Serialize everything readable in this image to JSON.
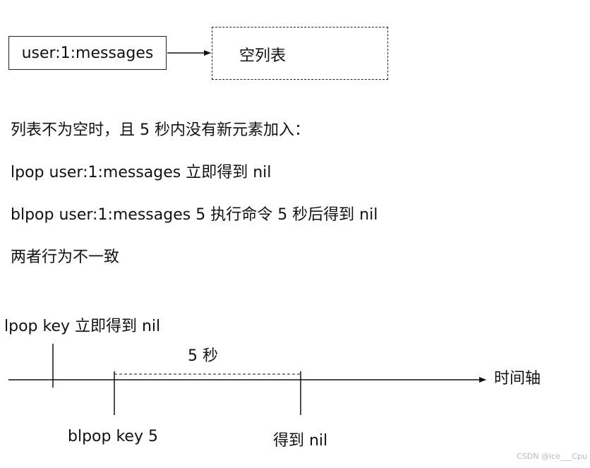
{
  "top_diagram": {
    "key_label": "user:1:messages",
    "value_label": "空列表"
  },
  "lines": [
    "列表不为空时，且 5 秒内没有新元素加入：",
    "lpop user:1:messages 立即得到 nil",
    "blpop user:1:messages 5 执行命令 5 秒后得到 nil",
    "两者行为不一致"
  ],
  "timeline": {
    "lpop_label": "lpop key 立即得到 nil",
    "duration_label": "5 秒",
    "axis_label": "时间轴",
    "blpop_label": "blpop key 5",
    "result_label": "得到 nil"
  },
  "watermark": "CSDN @ice___Cpu"
}
